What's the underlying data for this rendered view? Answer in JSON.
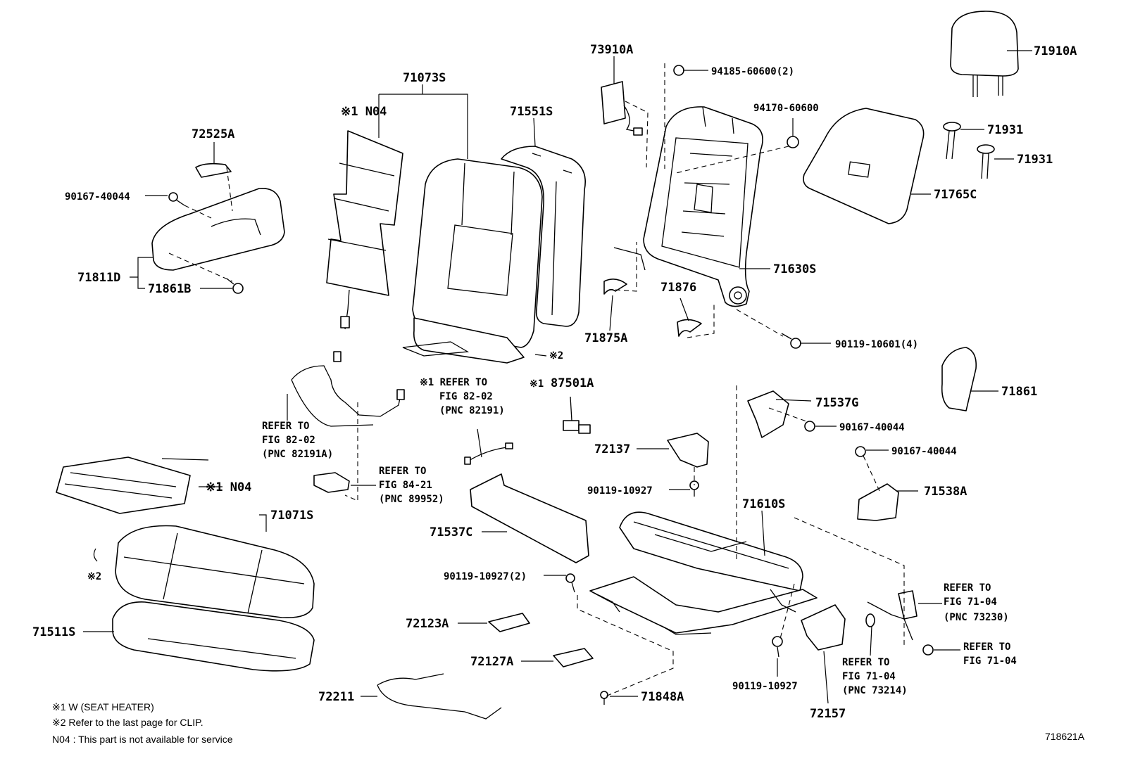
{
  "diagram_id": "718621A",
  "parts": {
    "p71073S": "71073S",
    "p71551S": "71551S",
    "p73910A": "73910A",
    "p94185": "94185-60600(2)",
    "p71910A": "71910A",
    "p94170": "94170-60600",
    "p71931a": "71931",
    "p71931b": "71931",
    "p71765C": "71765C",
    "p72525A": "72525A",
    "p90167a": "90167-40044",
    "p71811D": "71811D",
    "p71861B": "71861B",
    "p71630S": "71630S",
    "p71876": "71876",
    "p71875A": "71875A",
    "p90119_10601": "90119-10601(4)",
    "p71861": "71861",
    "p87501A": "87501A",
    "p71537G": "71537G",
    "p90167b": "90167-40044",
    "p90167c": "90167-40044",
    "p72137": "72137",
    "p90119_10927a": "90119-10927",
    "p71538A": "71538A",
    "p71610S": "71610S",
    "p71071S": "71071S",
    "p71537C": "71537C",
    "p90119_10927b": "90119-10927(2)",
    "p72123A": "72123A",
    "p72127A": "72127A",
    "p71511S": "71511S",
    "p72211": "72211",
    "p71848A": "71848A",
    "p90119_10927c": "90119-10927",
    "p72157": "72157"
  },
  "special": {
    "n04_top": "※1 N04",
    "n04_mid": "※1 N04",
    "x2_top": "※2",
    "x2_left": "※2",
    "x1_87501": "※1"
  },
  "refs": {
    "r1": [
      "REFER TO",
      "FIG 82-02",
      "(PNC 82191A)"
    ],
    "r2": [
      "※1 REFER TO",
      "FIG 82-02",
      "(PNC 82191)"
    ],
    "r3": [
      "REFER TO",
      "FIG 84-21",
      "(PNC 89952)"
    ],
    "r4": [
      "REFER TO",
      "FIG 71-04",
      "(PNC 73230)"
    ],
    "r5": [
      "REFER TO",
      "FIG 71-04",
      "(PNC 73214)"
    ],
    "r6": [
      "REFER TO",
      "FIG 71-04"
    ]
  },
  "notes": {
    "n1": "※1 W (SEAT HEATER)",
    "n2": "※2  Refer to the last page for CLIP.",
    "n3": "N04 : This part is not available for service"
  }
}
